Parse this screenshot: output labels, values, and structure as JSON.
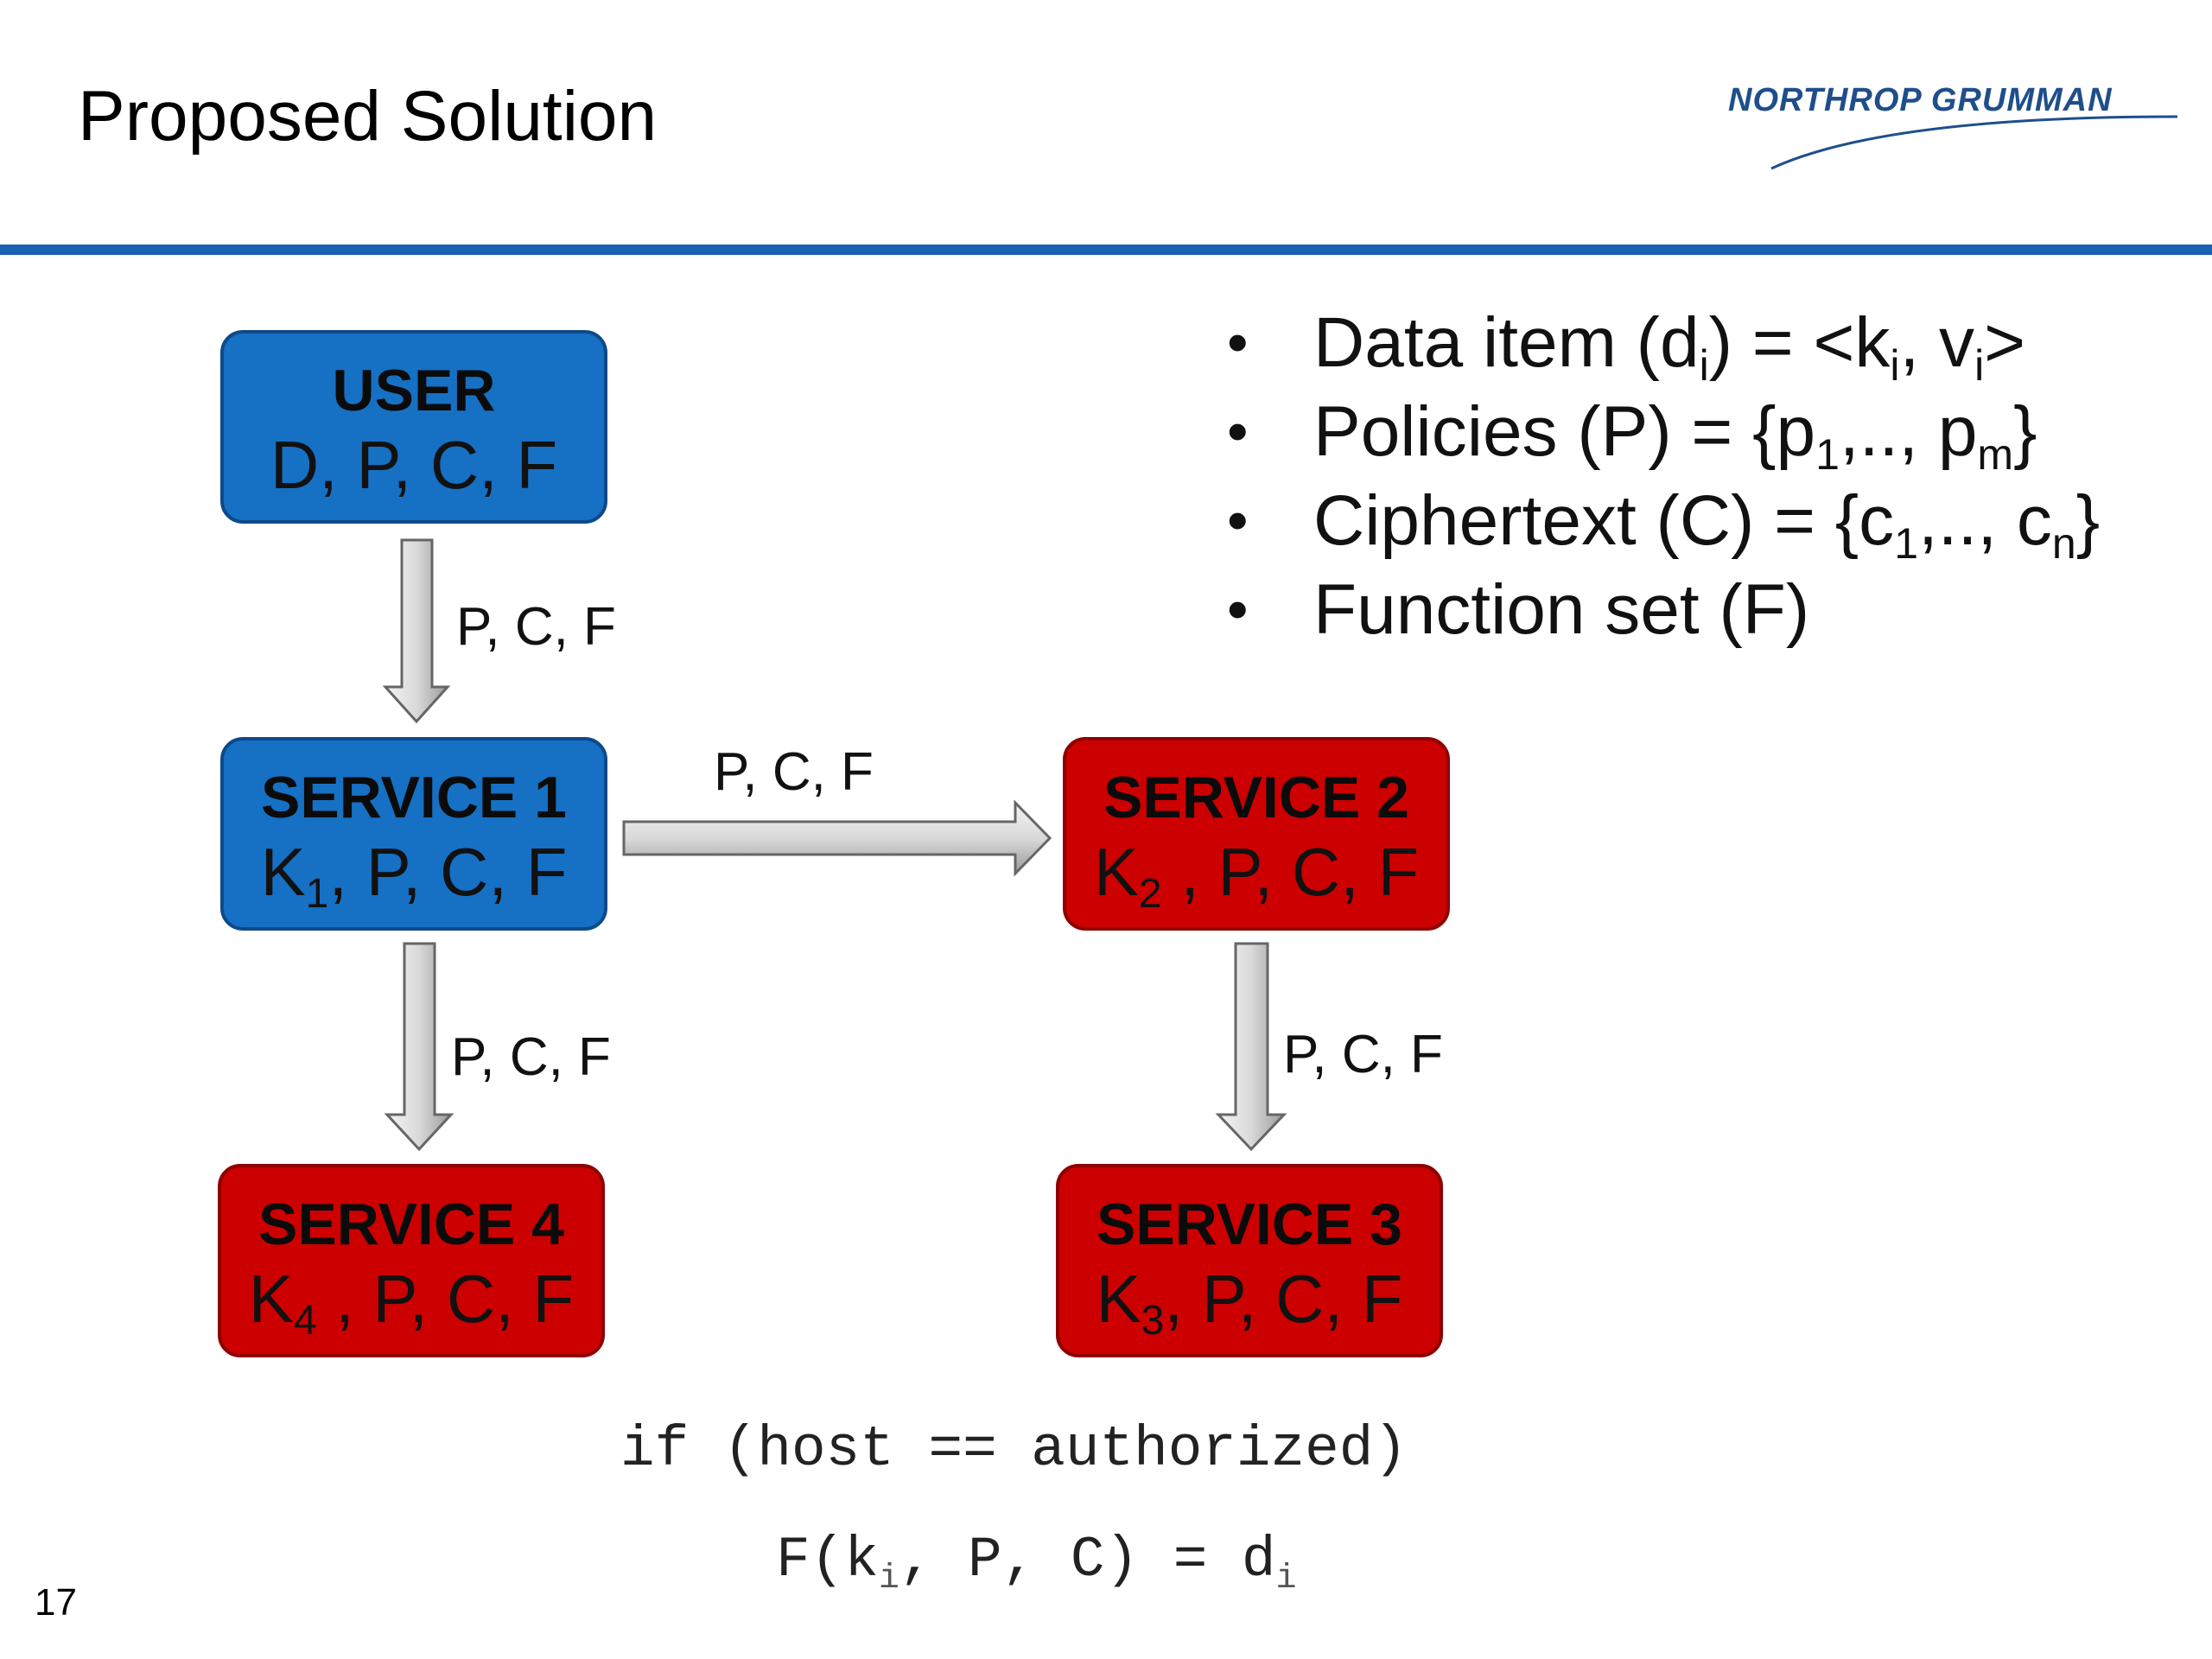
{
  "slide": {
    "title": "Proposed Solution",
    "page_number": "17",
    "logo_text": "NORTHROP GRUMMAN",
    "accent_color": "#1a5fb4"
  },
  "nodes": {
    "user": {
      "name": "USER",
      "params": "D, P, C, F",
      "color": "#1670c4"
    },
    "service1": {
      "name": "SERVICE 1",
      "key": "K",
      "key_sub": "1",
      "params_rest": ", P, C, F",
      "color": "#1670c4"
    },
    "service2": {
      "name": "SERVICE 2",
      "key": "K",
      "key_sub": "2",
      "params_rest": " , P, C, F",
      "color": "#cc0000"
    },
    "service3": {
      "name": "SERVICE 3",
      "key": "K",
      "key_sub": "3",
      "params_rest": ", P, C, F",
      "color": "#cc0000"
    },
    "service4": {
      "name": "SERVICE 4",
      "key": "K",
      "key_sub": "4",
      "params_rest": " , P, C, F",
      "color": "#cc0000"
    }
  },
  "edges": {
    "user_to_s1": "P, C, F",
    "s1_to_s2": "P, C, F",
    "s1_to_s4": "P, C, F",
    "s2_to_s3": "P, C, F"
  },
  "bullets": [
    {
      "pre": "Data item (d",
      "sub1": "i",
      "mid": ") = <k",
      "sub2": "i",
      "mid2": ", v",
      "sub3": "i",
      "post": ">"
    },
    {
      "pre": "Policies (P) = {p",
      "sub1": "1",
      "mid": ",.., p",
      "sub2": "m",
      "post": "}"
    },
    {
      "pre": "Ciphertext (C) = {c",
      "sub1": "1",
      "mid": ",.., c",
      "sub2": "n",
      "post": "}"
    },
    {
      "text": "Function set (F)"
    }
  ],
  "code": {
    "line1": "if (host == authorized)",
    "line2_pre": "F(k",
    "line2_sub": "i",
    "line2_mid": ", P, C) = d",
    "line2_sub2": "i"
  }
}
